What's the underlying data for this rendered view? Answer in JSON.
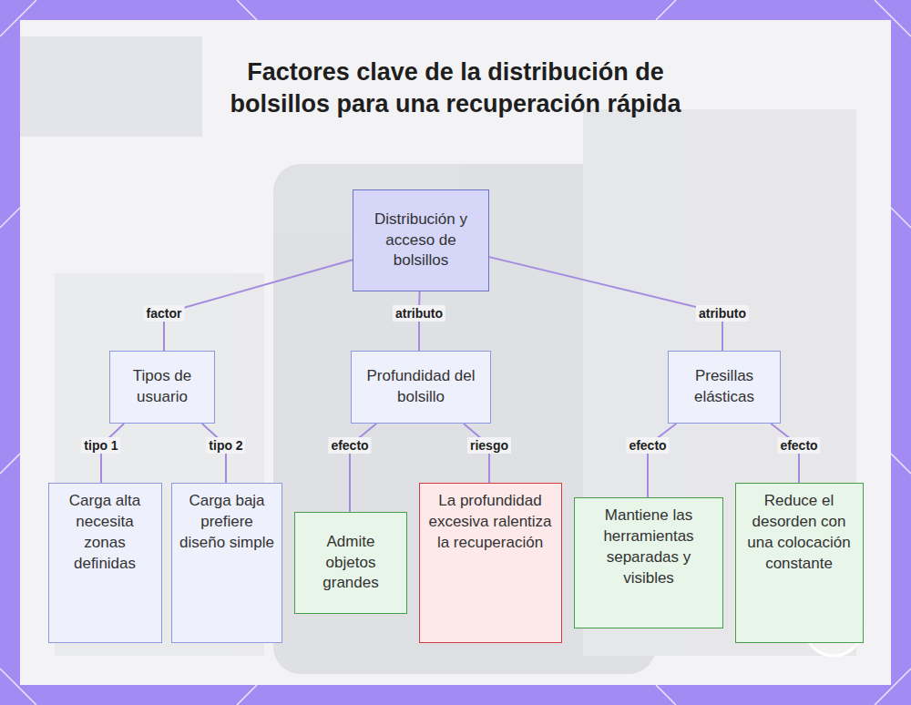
{
  "diagram": {
    "title": "Factores clave de la distribución de bolsillos para una recuperación rápida",
    "nodes": [
      {
        "text": [
          "Distribución y acceso de bolsillos"
        ]
      },
      {
        "text": [
          "Tipos de usuario"
        ]
      },
      {
        "text": [
          "Profundidad del bolsillo"
        ]
      },
      {
        "text": [
          "Presillas elásticas"
        ]
      },
      {
        "text": [
          "Carga alta necesita zonas definidas"
        ]
      },
      {
        "text": [
          "Carga baja prefiere diseño simple"
        ]
      },
      {
        "text": [
          "Admite objetos grandes"
        ]
      },
      {
        "text": [
          "La profundidad excesiva ralentiza la recuperación"
        ]
      },
      {
        "text": [
          "Mantiene las herramientas separadas y visibles"
        ]
      },
      {
        "text": [
          "Reduce el desorden con una colocación constante"
        ]
      }
    ],
    "edges": [
      {
        "from": 0,
        "to": 1,
        "label": "factor",
        "arrow": "none"
      },
      {
        "from": 0,
        "to": 2,
        "label": "atributo",
        "arrow": "none"
      },
      {
        "from": 0,
        "to": 3,
        "label": "atributo",
        "arrow": "none"
      },
      {
        "from": 1,
        "to": 4,
        "label": "tipo 1",
        "arrow": "none"
      },
      {
        "from": 1,
        "to": 5,
        "label": "tipo 2",
        "arrow": "none"
      },
      {
        "from": 2,
        "to": 6,
        "label": "efecto",
        "arrow": "none"
      },
      {
        "from": 2,
        "to": 7,
        "label": "riesgo",
        "arrow": "none"
      },
      {
        "from": 3,
        "to": 8,
        "label": "efecto",
        "arrow": "none"
      },
      {
        "from": 3,
        "to": 9,
        "label": "efecto",
        "arrow": "none"
      }
    ]
  }
}
